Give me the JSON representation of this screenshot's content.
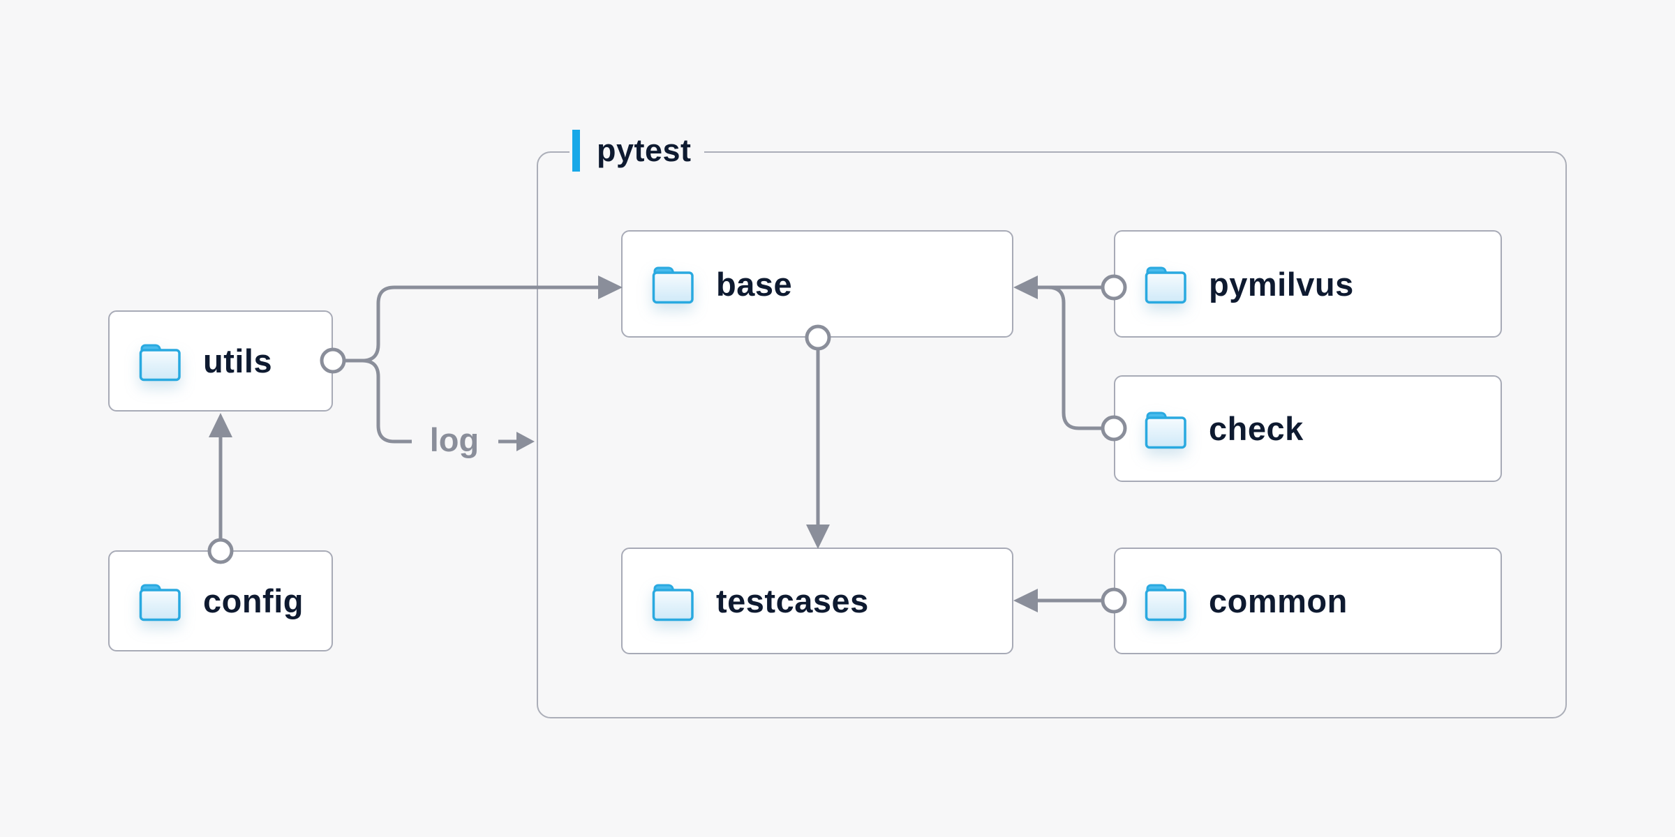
{
  "diagram": {
    "title_group": {
      "label": "pytest"
    },
    "nodes": {
      "utils": {
        "label": "utils",
        "icon": "folder-icon"
      },
      "config": {
        "label": "config",
        "icon": "folder-icon"
      },
      "base": {
        "label": "base",
        "icon": "folder-icon"
      },
      "pymilvus": {
        "label": "pymilvus",
        "icon": "folder-icon"
      },
      "check": {
        "label": "check",
        "icon": "folder-icon"
      },
      "testcases": {
        "label": "testcases",
        "icon": "folder-icon"
      },
      "common": {
        "label": "common",
        "icon": "folder-icon"
      }
    },
    "edge_labels": {
      "log": "log"
    },
    "edges": [
      {
        "from": "config",
        "to": "utils",
        "label": "",
        "marker_start": "circle",
        "marker_end": "arrow"
      },
      {
        "from": "utils",
        "to": "base",
        "label": "",
        "marker_start": "circle",
        "marker_end": "arrow"
      },
      {
        "from": "utils",
        "to": "log",
        "label": "log",
        "marker_start": "circle",
        "marker_end": "arrow"
      },
      {
        "from": "pymilvus",
        "to": "base",
        "label": "",
        "marker_start": "circle",
        "marker_end": "arrow"
      },
      {
        "from": "check",
        "to": "base",
        "label": "",
        "marker_start": "circle",
        "marker_end": "arrow"
      },
      {
        "from": "base",
        "to": "testcases",
        "label": "",
        "marker_start": "circle",
        "marker_end": "arrow"
      },
      {
        "from": "common",
        "to": "testcases",
        "label": "",
        "marker_start": "circle",
        "marker_end": "arrow"
      }
    ],
    "colors": {
      "background": "#f7f7f8",
      "node_fill": "#ffffff",
      "node_border": "#a7aab6",
      "group_border": "#abaeb8",
      "connector": "#8a8e9a",
      "text": "#0e1a30",
      "accent_blue": "#18a8e8",
      "folder_stroke": "#29a9e0"
    }
  }
}
